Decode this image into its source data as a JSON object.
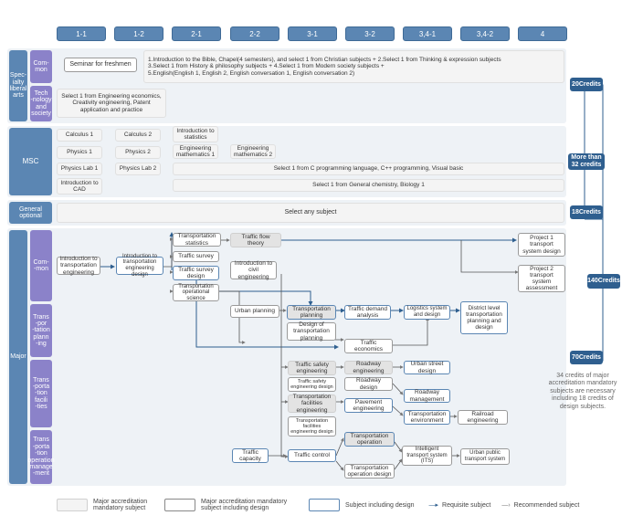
{
  "semesters": [
    "1-1",
    "1-2",
    "2-1",
    "2-2",
    "3-1",
    "3-2",
    "3,4-1",
    "3,4-2",
    "4"
  ],
  "categories": {
    "liberal": "Spec-\nialty\nliberal\narts",
    "msc": "MSC",
    "general": "General\noptional",
    "major": "Major"
  },
  "subcats": {
    "common": "Com-\nmon",
    "technology": "Tech\n-nology\nand\nsociety",
    "major_common": "Com-\n-mon",
    "planning": "Trans\n-por\n-tation\nplann\n-ing",
    "facilities": "Trans\n-porta\n-tion\nfacili\n-ties",
    "operation": "Trans\n-porta\n-tion\noperation\nmanage\n-ment"
  },
  "liberal": {
    "seminar": "Seminar for freshmen",
    "common_text": "1.Introduction to the Bible, Chapel(4 semesters), and select 1 from Christian subjects + 2.Select 1 from Thinking & expression subjects\n3.Select 1 from History & philosophy subjects + 4.Select 1 from Modern society subjects +\n5.English(English 1, English 2, English conversation 1, English conversation 2)",
    "tech_text": "Select 1 from Engineering economics, Creativity engineering, Patent application and practice"
  },
  "msc": {
    "calc1": "Calculus 1",
    "calc2": "Calculus 2",
    "stats": "Introduction to statistics",
    "phys1": "Physics 1",
    "phys2": "Physics 2",
    "em1": "Engineering mathematics 1",
    "em2": "Engineering mathematics 2",
    "lab1": "Physics Lab 1",
    "lab2": "Physics Lab 2",
    "prog": "Select 1 from C programming language, C++ programming, Visual basic",
    "cad": "Introduction to CAD",
    "chem": "Select 1 from General chemistry, Biology 1"
  },
  "general_text": "Select any subject",
  "credits": {
    "c20": "20Credits",
    "c32": "More than 32 credits",
    "c18": "18Credits",
    "c140": "140Credits",
    "c70": "70Credits"
  },
  "major_note": "34 credits of major accreditation mandatory subjects are necessary including 18 credits of design subjects.",
  "major": {
    "intro_te": "Introduction to transportation engineering",
    "intro_ted": "Introduction to transportation engineering design",
    "stats": "Transportation statistics",
    "survey": "Traffic survey",
    "survey_design": "Traffic survey design",
    "ops_science": "Transportation operational science",
    "flow": "Traffic flow theory",
    "civil": "Introduction to civil engineering",
    "proj1": "Project 1 transport system design",
    "proj2": "Project 2 transport system assessment",
    "urban_planning": "Urban planning",
    "tplanning": "Transportation planning",
    "design_tp": "Design of transportation planning",
    "demand": "Traffic demand analysis",
    "logistics": "Logistics system and design",
    "district": "District level transportation planning and design",
    "economics": "Traffic economics",
    "safety": "Traffic safety engineering",
    "safety_design": "Traffic safety engineering design",
    "roadway_eng": "Roadway engineering",
    "roadway_design": "Roadway design",
    "urban_street": "Urban street design",
    "roadway_mgmt": "Roadway management",
    "facilities_eng": "Transportation facilities engineering",
    "facilities_design": "Transportation facilities engineering design",
    "pavement": "Pavement engineering",
    "environment": "Transportation environment",
    "railroad": "Railroad engineering",
    "capacity": "Traffic capacity",
    "control": "Traffic control",
    "t_operation": "Transportation operation",
    "op_design": "Transportation operation design",
    "its": "Intelligent transport system (ITS)",
    "urban_public": "Urban public transport system"
  },
  "legend": {
    "mandatory": "Major accreditation mandatory subject",
    "mandatory_design": "Major accreditation mandatory subject including design",
    "design": "Subject including design",
    "requisite": "Requisite subject",
    "recommended": "Recommended subject"
  },
  "colors": {
    "semester": "#5b86b3",
    "subcat": "#8b82c9",
    "credit": "#2f5f8f",
    "band": "#eef2f6"
  }
}
